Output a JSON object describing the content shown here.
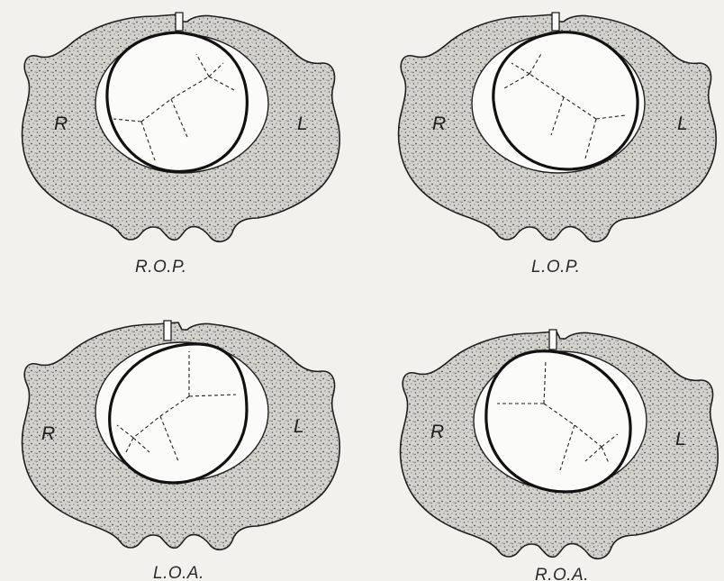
{
  "figure": {
    "panels": [
      {
        "caption": "R.O.P.",
        "right_label": "R",
        "left_label": "L",
        "occiput_side": "right",
        "occiput_position": "posterior"
      },
      {
        "caption": "L.O.P.",
        "right_label": "R",
        "left_label": "L",
        "occiput_side": "left",
        "occiput_position": "posterior"
      },
      {
        "caption": "L.O.A.",
        "right_label": "R",
        "left_label": "L",
        "occiput_side": "left",
        "occiput_position": "anterior"
      },
      {
        "caption": "R.O.A.",
        "right_label": "R",
        "left_label": "L",
        "occiput_side": "right",
        "occiput_position": "anterior"
      }
    ],
    "colors": {
      "background": "#f2f1ee",
      "pelvis_fill": "#c9c7c2",
      "outline": "#1f1f1f"
    }
  }
}
